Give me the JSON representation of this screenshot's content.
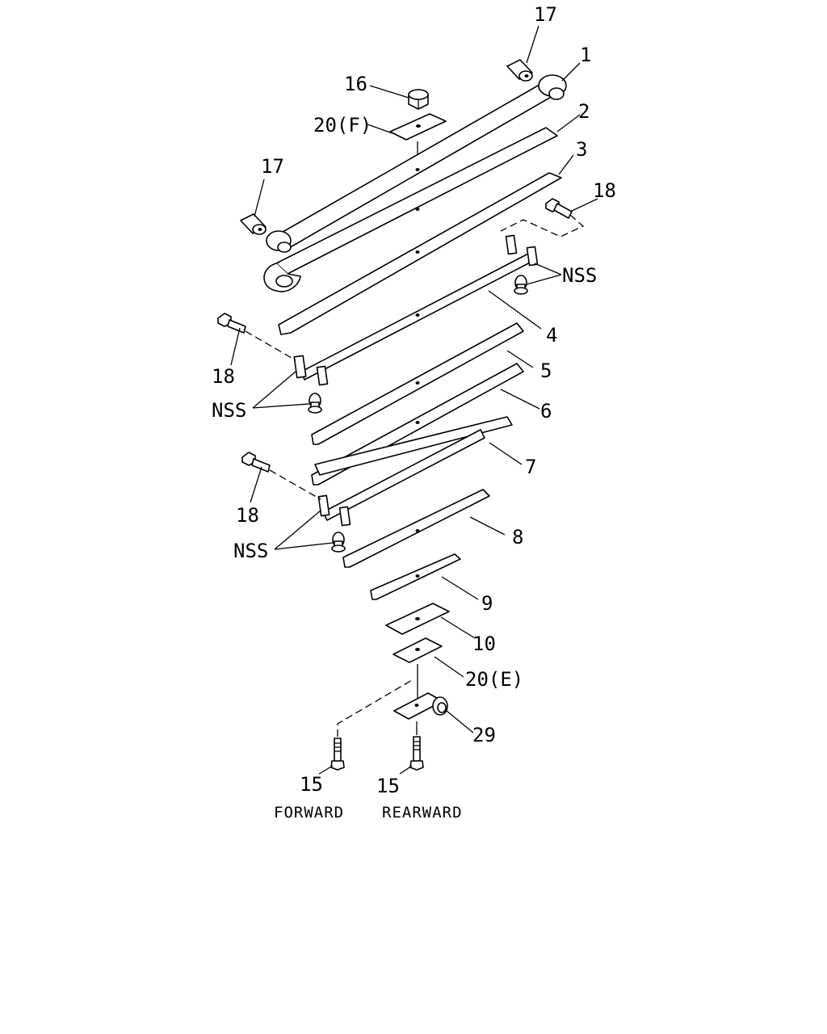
{
  "callouts": {
    "p1": "1",
    "p2": "2",
    "p3": "3",
    "p4": "4",
    "p5": "5",
    "p6": "6",
    "p7": "7",
    "p8": "8",
    "p9": "9",
    "p10": "10",
    "p15a": "15",
    "p15b": "15",
    "p16": "16",
    "p17a": "17",
    "p17b": "17",
    "p18a": "18",
    "p18b": "18",
    "p18c": "18",
    "p20f": "20(F)",
    "p20e": "20(E)",
    "p29": "29",
    "nss1": "NSS",
    "nss2": "NSS",
    "nss3": "NSS"
  },
  "captions": {
    "forward": "FORWARD",
    "rearward": "REARWARD"
  }
}
